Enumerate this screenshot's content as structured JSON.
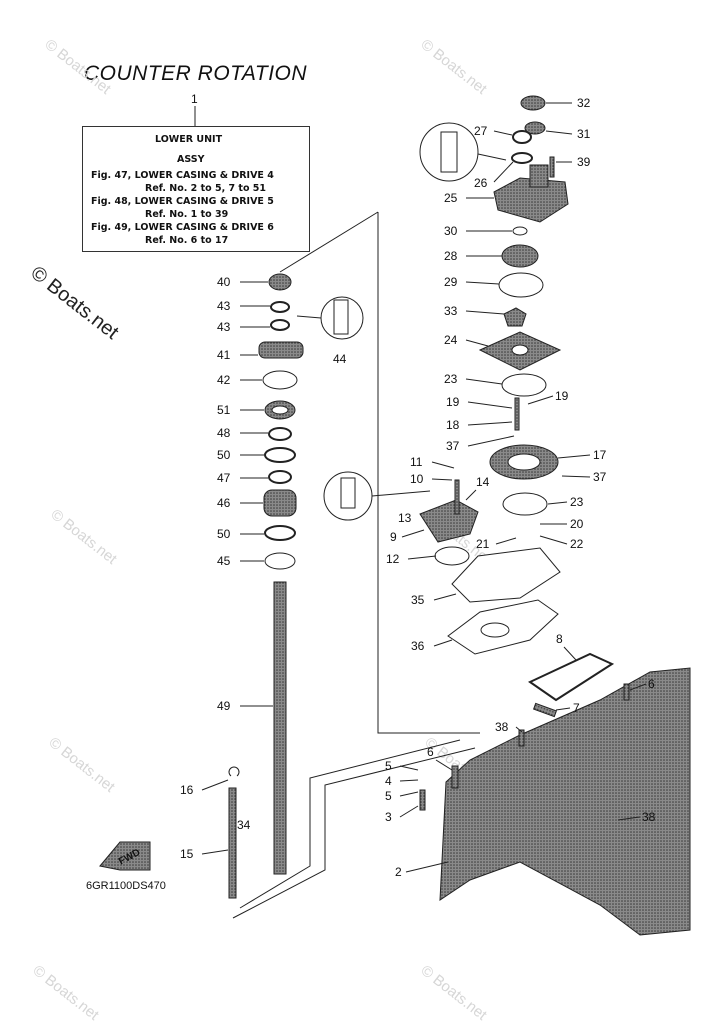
{
  "title": "COUNTER ROTATION",
  "ref_box": {
    "number": "1",
    "lines": [
      "LOWER UNIT",
      "ASSY",
      "Fig. 47, LOWER CASING & DRIVE 4",
      "Ref. No. 2 to 5, 7 to 51",
      "Fig. 48, LOWER CASING & DRIVE 5",
      "Ref. No. 1 to 39",
      "Fig. 49, LOWER CASING & DRIVE 6",
      "Ref. No. 6 to 17"
    ]
  },
  "watermark": "© Boats.net",
  "diagram_code": "6GR1100DS470",
  "fwd_label": "FWD",
  "callouts": {
    "left_column": [
      "40",
      "43",
      "43",
      "44",
      "41",
      "42",
      "51",
      "48",
      "50",
      "47",
      "46",
      "50",
      "45",
      "49",
      "16",
      "34",
      "15"
    ],
    "right_column": [
      "32",
      "31",
      "27",
      "26",
      "39",
      "25",
      "30",
      "28",
      "29",
      "33",
      "24",
      "23",
      "19",
      "19",
      "18",
      "37",
      "17",
      "37",
      "11",
      "10",
      "14",
      "13",
      "9",
      "23",
      "20",
      "22",
      "21",
      "12",
      "35",
      "36",
      "8",
      "6",
      "7",
      "38",
      "6",
      "5",
      "4",
      "5",
      "3",
      "38",
      "2"
    ]
  }
}
